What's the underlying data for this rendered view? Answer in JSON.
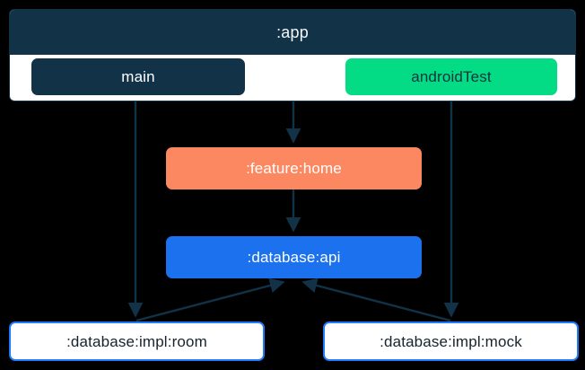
{
  "diagram": {
    "type": "module-dependency-graph",
    "background_color": "#000000",
    "edge_color": "#123247",
    "clusters": [
      {
        "id": "app",
        "title": ":app",
        "fill": "#ffffff",
        "header_fill": "#123247",
        "header_text_color": "#f2f6f8",
        "nodes": [
          "main",
          "androidTest"
        ]
      }
    ],
    "nodes": [
      {
        "id": "main",
        "label": "main",
        "fill": "#123247",
        "text_color": "#ffffff",
        "shape": "rounded-rect"
      },
      {
        "id": "androidTest",
        "label": "androidTest",
        "fill": "#03dc84",
        "text_color": "#11333f",
        "shape": "rounded-rect"
      },
      {
        "id": "feature-home",
        "label": ":feature:home",
        "fill": "#fc8862",
        "text_color": "#ffffff",
        "shape": "rounded-rect"
      },
      {
        "id": "database-api",
        "label": ":database:api",
        "fill": "#1c71ee",
        "text_color": "#ffffff",
        "shape": "rounded-rect"
      },
      {
        "id": "database-impl-room",
        "label": ":database:impl:room",
        "fill": "#ffffff",
        "text_color": "#16232c",
        "stroke": "#1f7bfb",
        "shape": "rounded-rect"
      },
      {
        "id": "database-impl-mock",
        "label": ":database:impl:mock",
        "fill": "#ffffff",
        "text_color": "#16232c",
        "stroke": "#1f7bfb",
        "shape": "rounded-rect"
      }
    ],
    "edges": [
      {
        "from": "main",
        "to": "database-impl-room",
        "arrow": true
      },
      {
        "from": "app",
        "to": "feature-home",
        "arrow": true
      },
      {
        "from": "androidTest",
        "to": "database-impl-mock",
        "arrow": true
      },
      {
        "from": "feature-home",
        "to": "database-api",
        "arrow": true
      },
      {
        "from": "database-impl-room",
        "to": "database-api",
        "arrow": true
      },
      {
        "from": "database-impl-mock",
        "to": "database-api",
        "arrow": true
      }
    ]
  }
}
